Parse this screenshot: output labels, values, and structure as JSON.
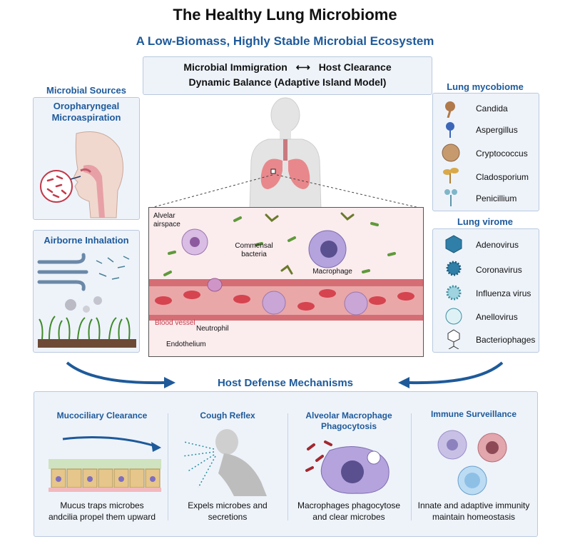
{
  "title": "The Healthy Lung Microbiome",
  "subtitle": "A Low-Biomass, Highly Stable Microbial Ecosystem",
  "balance": {
    "left": "Microbial Immigration",
    "right": "Host Clearance",
    "line2": "Dynamic Balance (Adaptive Island Model)"
  },
  "sources": {
    "heading": "Microbial Sources",
    "box1_title": "Oropharyngeal Microaspiration",
    "box2_title": "Airborne Inhalation"
  },
  "center": {
    "airspace": "Alvelar airspace",
    "commensal": "Commensal bacteria",
    "macrophage": "Macrophage",
    "neutrophil": "Neutrophil",
    "blood_vessel": "Blood vessel",
    "endothelium": "Endothelium"
  },
  "mycobiome": {
    "heading": "Lung mycobiome",
    "items": [
      "Candida",
      "Aspergillus",
      "Cryptococcus",
      "Cladosporium",
      "Penicillium"
    ]
  },
  "virome": {
    "heading": "Lung virome",
    "items": [
      "Adenovirus",
      "Coronavirus",
      "Influenza virus",
      "Anellovirus",
      "Bacteriophages"
    ]
  },
  "defense": {
    "heading": "Host Defense Mechanisms",
    "columns": [
      {
        "title": "Mucociliary Clearance",
        "text1": "Mucus traps microbes",
        "text2": "andcilia propel them upward"
      },
      {
        "title": "Cough Reflex",
        "text1": "Expels microbes and",
        "text2": "secretions"
      },
      {
        "title": "Alveolar Macrophage Phagocytosis",
        "text1": "Macrophages phagocytose",
        "text2": "and clear microbes"
      },
      {
        "title": "Immune Surveillance",
        "text1": "Innate and adaptive immunity",
        "text2": "maintain homeostasis"
      }
    ]
  },
  "colors": {
    "accent": "#1e5a9a",
    "panel": "#eef3fa",
    "vessel": "#e8888c",
    "cell": "#c9a6d6"
  }
}
